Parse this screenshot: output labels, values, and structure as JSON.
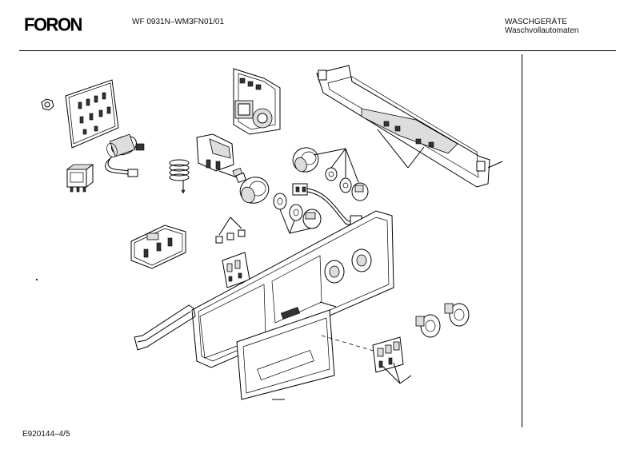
{
  "header": {
    "brand": "FORON",
    "model": "WF 0931N–WM3FN01/01",
    "category_line1": "WASCHGERÄTE",
    "category_line2": "Waschvollautomaten"
  },
  "footer": {
    "doc_id": "E920144–4/5"
  }
}
